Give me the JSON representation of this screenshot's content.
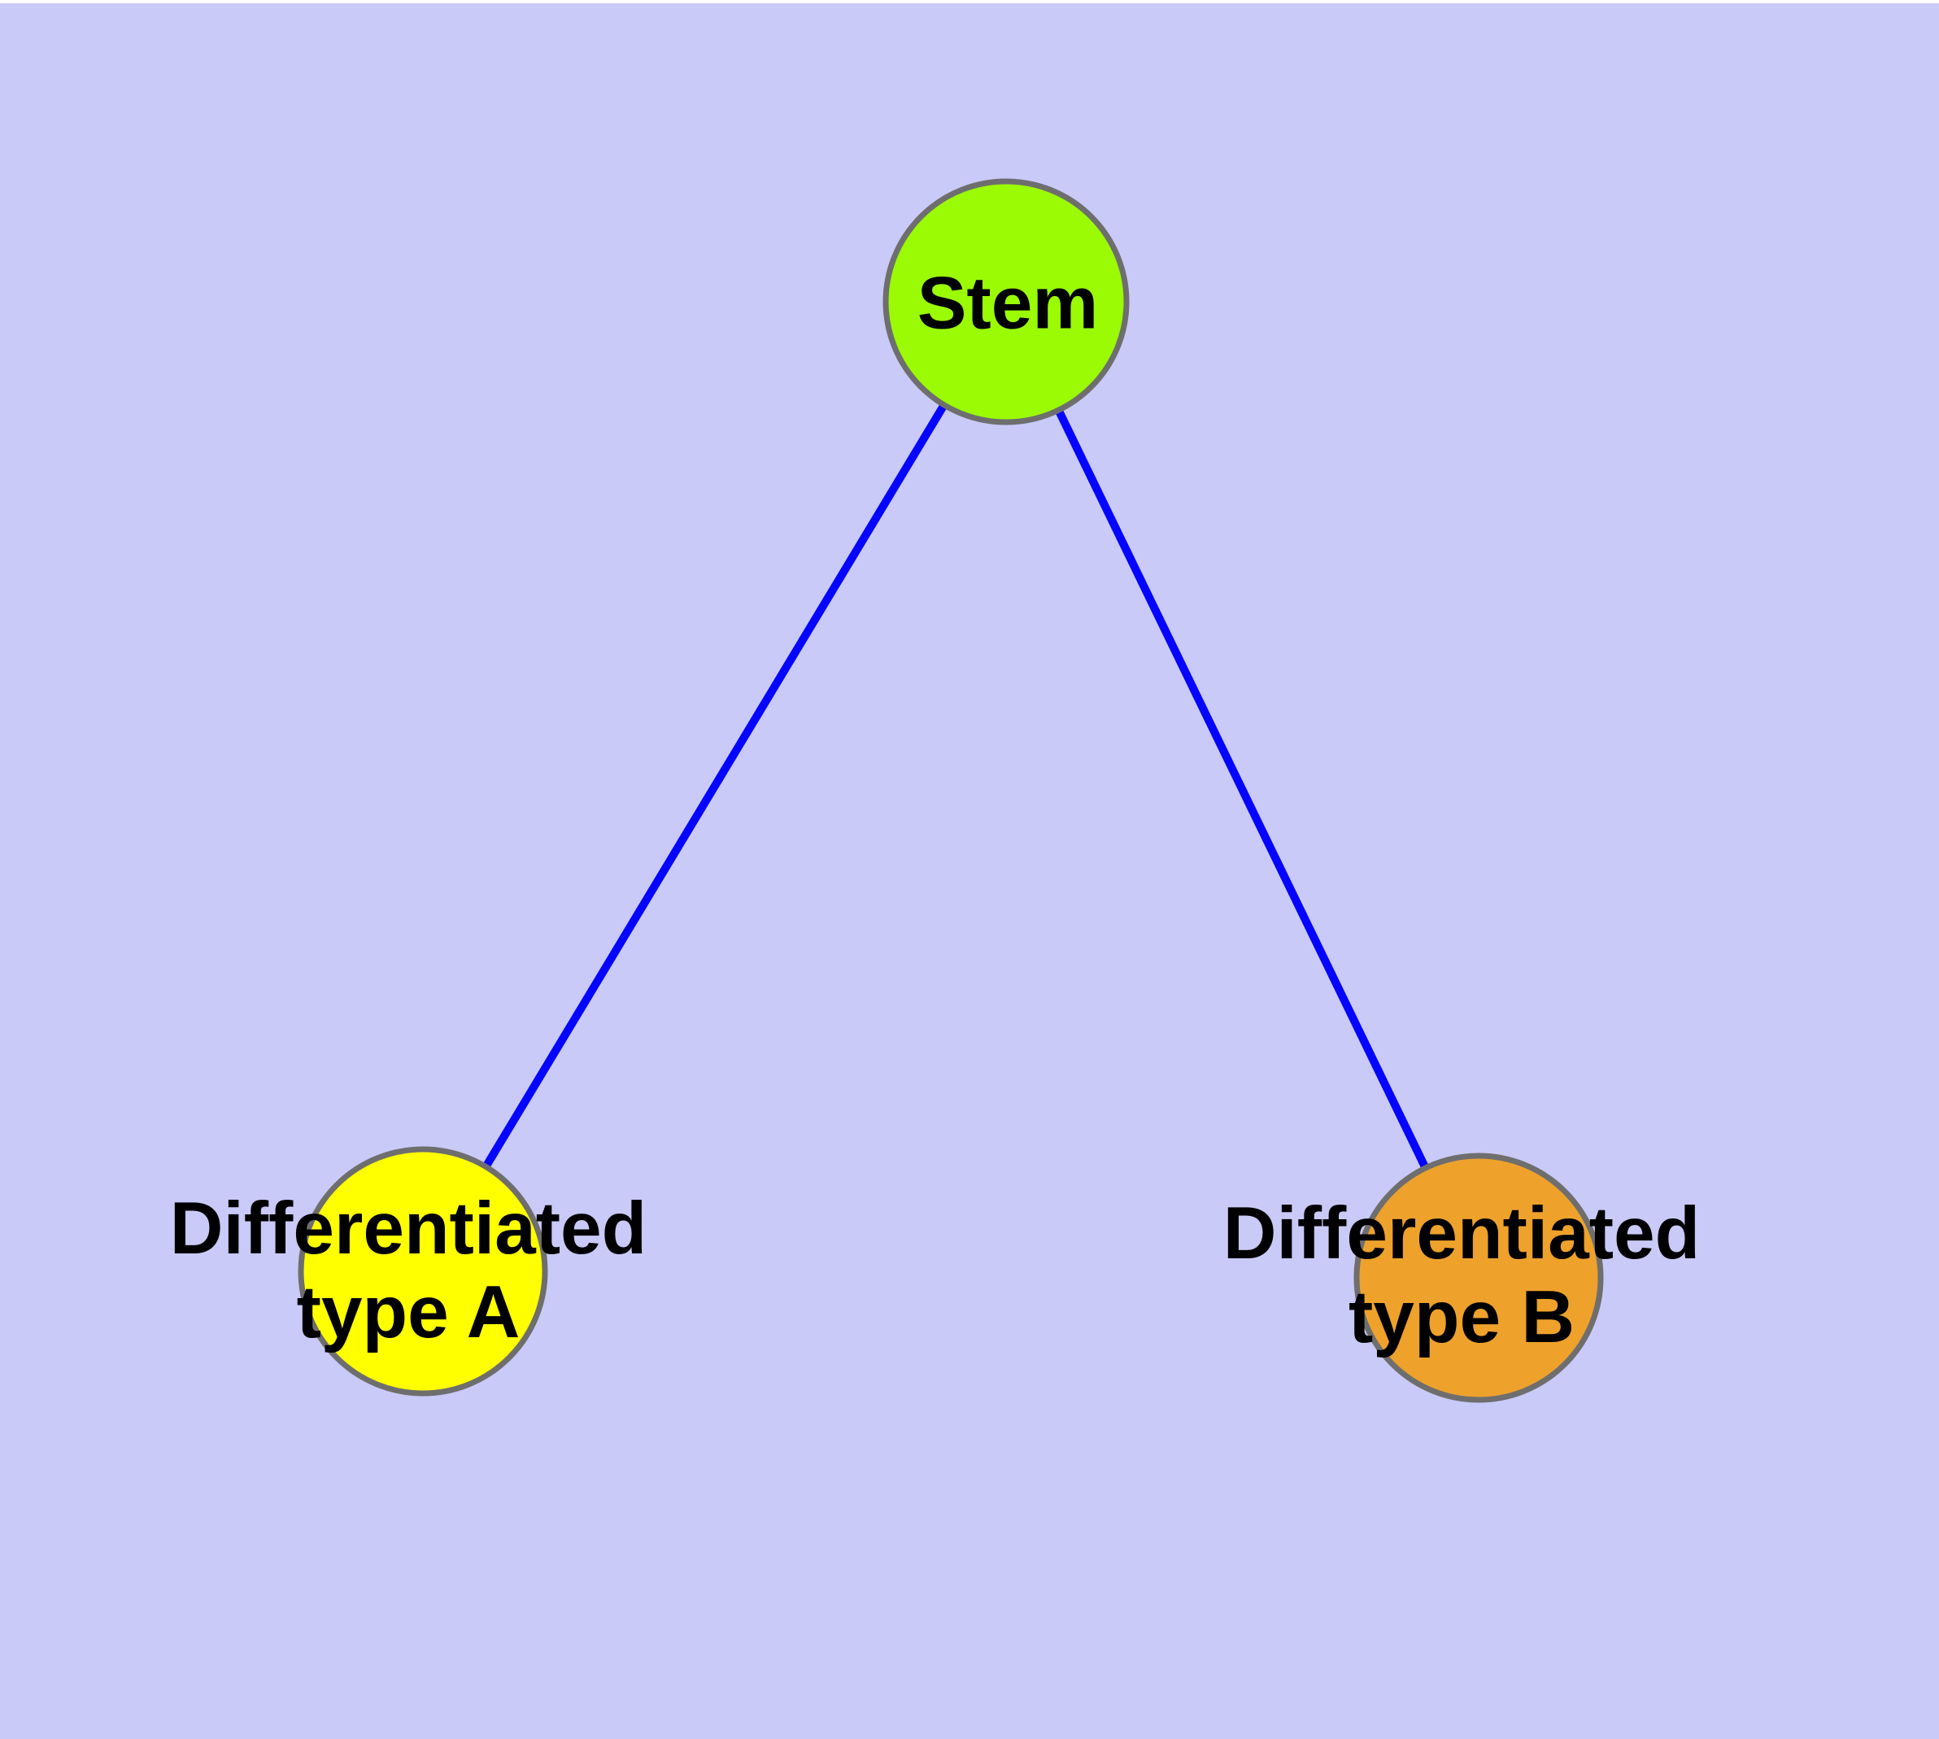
{
  "diagram": {
    "type": "graph",
    "background_color": "#CACAF8",
    "node_border_color": "#6E6E6E",
    "edge_color": "#0404FF",
    "text_color": "#000000",
    "nodes": [
      {
        "id": "stem",
        "label": "Stem",
        "color": "#9AFB05"
      },
      {
        "id": "type-a",
        "label": "Differentiated\ntype A",
        "color": "#FFFF00"
      },
      {
        "id": "type-b",
        "label": "Differentiated\ntype B",
        "color": "#EEA22B"
      }
    ],
    "edges": [
      {
        "from": "Stem",
        "to": "Differentiated type A"
      },
      {
        "from": "Stem",
        "to": "Differentiated type B"
      }
    ]
  }
}
